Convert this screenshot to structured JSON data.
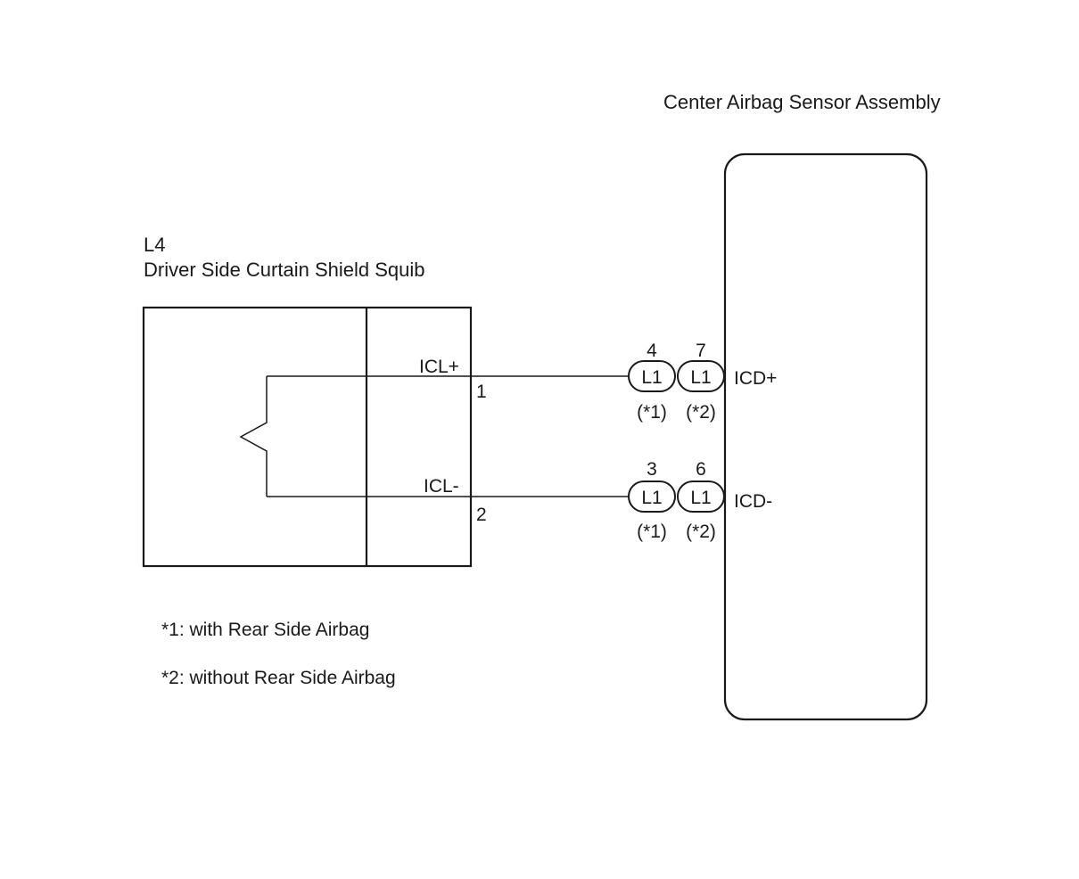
{
  "sensor": {
    "title": "Center Airbag Sensor Assembly",
    "pins": {
      "plus": "ICD+",
      "minus": "ICD-"
    }
  },
  "squib": {
    "code": "L4",
    "title": "Driver Side Curtain Shield Squib",
    "pins": {
      "plus_name": "ICL+",
      "plus_num": "1",
      "minus_name": "ICL-",
      "minus_num": "2"
    }
  },
  "connectors": {
    "plus_row": [
      {
        "pin": "4",
        "code": "L1",
        "note": "(*1)"
      },
      {
        "pin": "7",
        "code": "L1",
        "note": "(*2)"
      }
    ],
    "minus_row": [
      {
        "pin": "3",
        "code": "L1",
        "note": "(*1)"
      },
      {
        "pin": "6",
        "code": "L1",
        "note": "(*2)"
      }
    ]
  },
  "notes": [
    "*1: with Rear Side Airbag",
    "*2: without Rear Side Airbag"
  ]
}
